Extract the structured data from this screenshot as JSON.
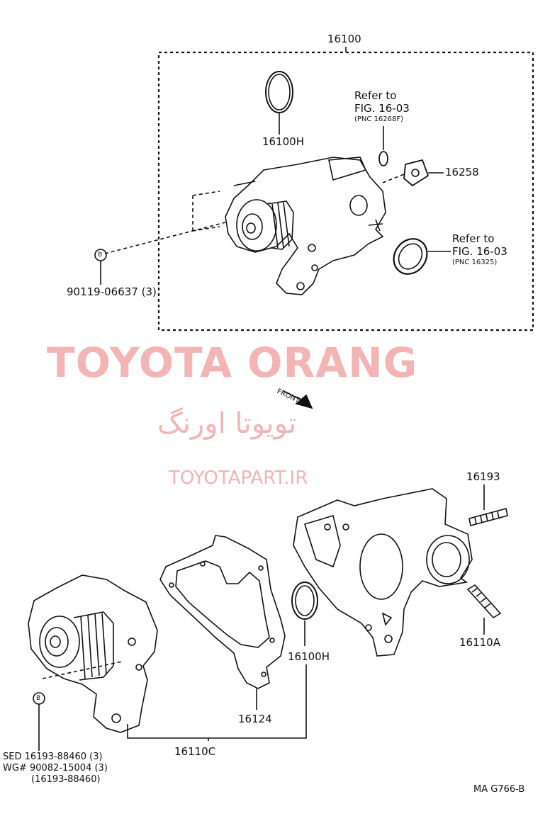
{
  "labels": {
    "assembly": "16100",
    "oring_top": "16100H",
    "refer1_line1": "Refer to",
    "refer1_line2": "FIG. 16-03",
    "refer1_pnc": "(PNC 16268F)",
    "gasket_top": "16258",
    "refer2_line1": "Refer to",
    "refer2_line2": "FIG. 16-03",
    "refer2_pnc": "(PNC 16325)",
    "bolt_top": "90119-06637 (3)",
    "stud_top": "16193",
    "stud_bottom": "16110A",
    "oring_bottom": "16100H",
    "gasket_bottom": "16124",
    "group_bottom": "16110C",
    "sed_line": "SED  16193-88460 (3)",
    "wg_line": "WG#  90082-15004 (3)",
    "wg_sub": "(16193-88460)",
    "front": "FRONT",
    "marker_b": "B",
    "code": "MA G766-B"
  },
  "watermark": {
    "title": "TOYOTA ORANG",
    "persian": "تویوتا اورنگ",
    "url": "TOYOTAPART.IR",
    "color": "#f2b4b4"
  }
}
